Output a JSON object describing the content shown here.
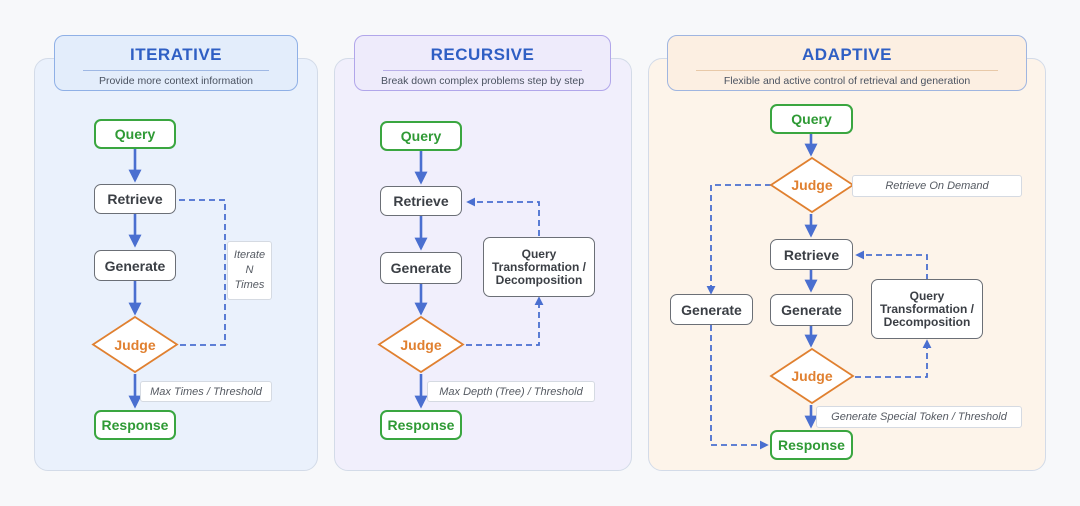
{
  "colors": {
    "iterative_bg": "#eaf1fc",
    "recursive_bg": "#f1effc",
    "adaptive_bg": "#fdf4ea",
    "arrow": "#4a6fd0",
    "query_green": "#3aa640",
    "judge_orange": "#e08030"
  },
  "iterative": {
    "title": "ITERATIVE",
    "subtitle": "Provide more context information",
    "query": "Query",
    "retrieve": "Retrieve",
    "generate": "Generate",
    "judge": "Judge",
    "response": "Response",
    "loop_label": "Iterate\nN\nTimes",
    "stop_label": "Max Times / Threshold"
  },
  "recursive": {
    "title": "RECURSIVE",
    "subtitle": "Break down complex problems step by step",
    "query": "Query",
    "retrieve": "Retrieve",
    "generate": "Generate",
    "judge": "Judge",
    "response": "Response",
    "transform": "Query\nTransformation /\nDecomposition",
    "stop_label": "Max Depth (Tree) / Threshold"
  },
  "adaptive": {
    "title": "ADAPTIVE",
    "subtitle": "Flexible and  active control of retrieval and generation",
    "query": "Query",
    "judge_top": "Judge",
    "retrieve_label": "Retrieve On  Demand",
    "generate_left": "Generate",
    "retrieve": "Retrieve",
    "generate": "Generate",
    "transform": "Query\nTransformation /\nDecomposition",
    "judge_bottom": "Judge",
    "stop_label": "Generate Special Token / Threshold",
    "response": "Response"
  }
}
